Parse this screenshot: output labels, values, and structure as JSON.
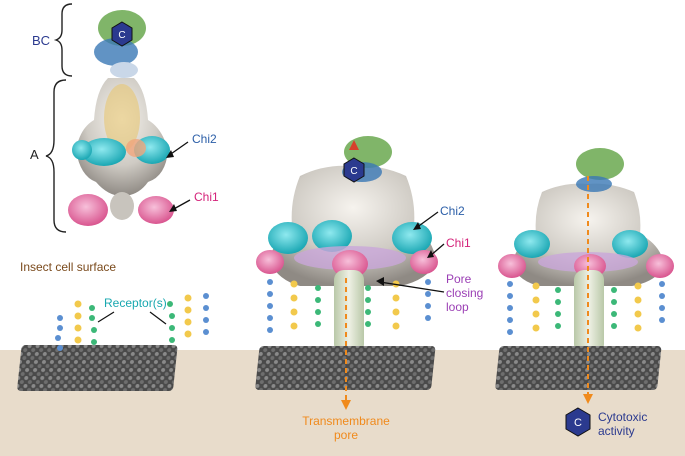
{
  "labels": {
    "bc": "BC",
    "a": "A",
    "chi2_left": "Chi2",
    "chi1_left": "Chi1",
    "insect_surface": "Insect cell surface",
    "receptors": "Receptor(s)",
    "chi2_mid": "Chi2",
    "chi1_mid": "Chi1",
    "pore_loop_1": "Pore",
    "pore_loop_2": "closing",
    "pore_loop_3": "loop",
    "transmembrane_1": "Transmembrane",
    "transmembrane_2": "pore",
    "cytotoxic_1": "Cytotoxic",
    "cytotoxic_2": "activity",
    "c_glyph": "C"
  },
  "colors": {
    "membrane_band": "#e8dccb",
    "chi2": "#3ac5cf",
    "chi1": "#e97bb0",
    "shell": "#cfcbc4",
    "bc_green": "#6aa84f",
    "bc_blue": "#3a78b5",
    "receptor_blue": "#5b8fd1",
    "receptor_yellow": "#f2c94c",
    "receptor_green": "#3cb878",
    "arrow_orange": "#f08a1c",
    "hexagon_fill": "#2b3a8f"
  }
}
